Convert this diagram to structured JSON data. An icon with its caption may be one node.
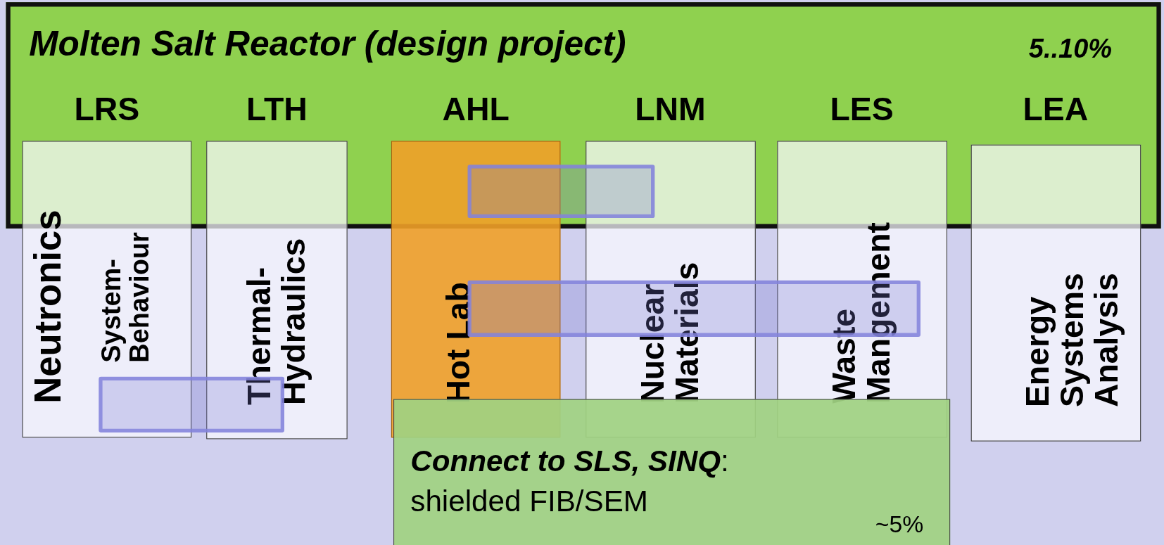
{
  "diagram": {
    "nodes": [
      {
        "text": [
          "Molten Salt Reactor (design project)",
          "5..10%"
        ]
      },
      {
        "text": [
          "Neutronics",
          "System- Behaviour"
        ]
      },
      {
        "text": [
          "Thermal- Hydraulics"
        ]
      },
      {
        "text": [
          "Hot Lab"
        ]
      },
      {
        "text": [
          "Nuclear Materials"
        ]
      },
      {
        "text": [
          "Waste Mangement"
        ]
      },
      {
        "text": [
          "Energy Systems Analysis"
        ]
      },
      {
        "text": [
          "**Connect to SLS, SINQ**: shielded FIB/SEM",
          "~5%"
        ]
      }
    ],
    "labels": [
      "LRS",
      "LTH",
      "AHL",
      "LNM",
      "LES",
      "LEA"
    ]
  }
}
